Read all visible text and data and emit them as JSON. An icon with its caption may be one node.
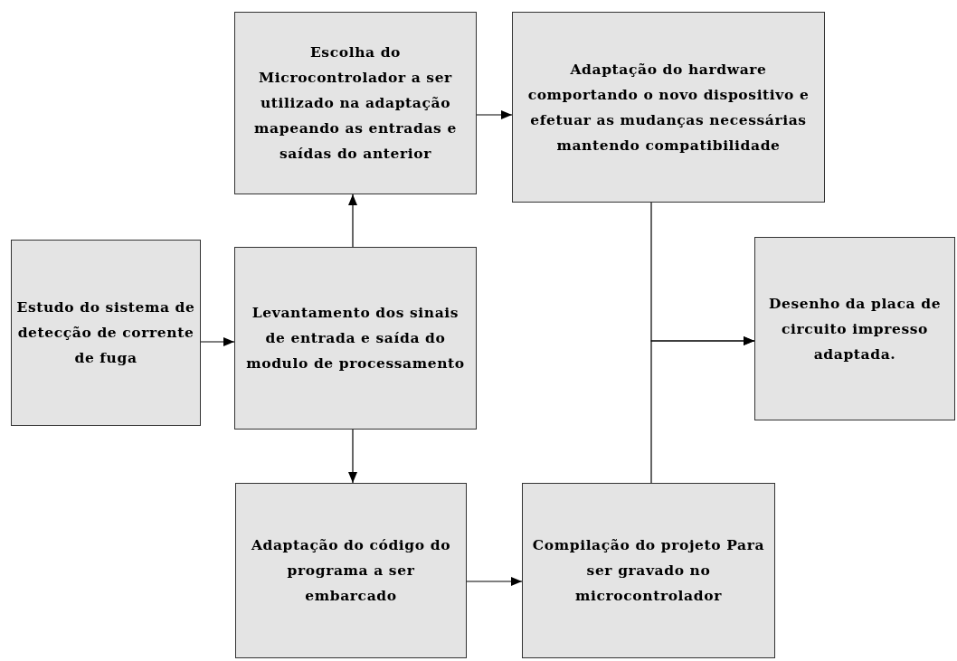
{
  "diagram": {
    "nodes": [
      {
        "text": [
          "Estudo do sistema de detecção de corrente de fuga"
        ]
      },
      {
        "text": [
          "Levantamento dos sinais de entrada e saída do modulo de processamento"
        ]
      },
      {
        "text": [
          "Escolha do Microcontrolador a ser utilizado na adaptação mapeando as entradas e saídas do anterior"
        ]
      },
      {
        "text": [
          "Adaptação do hardware comportando o novo dispositivo e efetuar as mudanças necessárias mantendo compatibilidade"
        ]
      },
      {
        "text": [
          "Desenho da placa de circuito impresso adaptada."
        ]
      },
      {
        "text": [
          "Adaptação do código do programa a ser embarcado"
        ]
      },
      {
        "text": [
          "Compilação do projeto Para ser gravado no microcontrolador"
        ]
      }
    ],
    "edges": [
      {
        "from": 0,
        "to": 1,
        "arrow": "to"
      },
      {
        "from": 1,
        "to": 2,
        "arrow": "to"
      },
      {
        "from": 2,
        "to": 3,
        "arrow": "to"
      },
      {
        "from": 1,
        "to": 5,
        "arrow": "to"
      },
      {
        "from": 5,
        "to": 6,
        "arrow": "to"
      },
      {
        "from": 3,
        "to": 4,
        "arrow": "to"
      },
      {
        "from": 6,
        "to": 4,
        "arrow": "to"
      }
    ]
  }
}
